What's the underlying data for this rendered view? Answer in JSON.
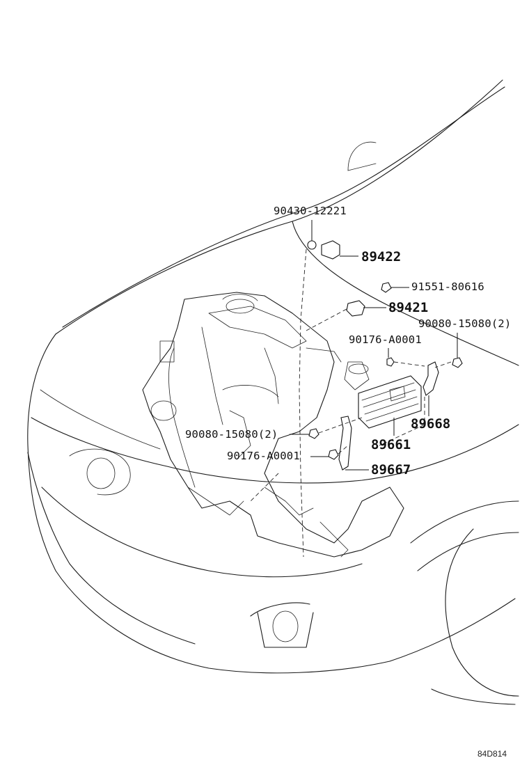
{
  "labels": {
    "p90430": "90430-12221",
    "p89422": "89422",
    "p91551": "91551-80616",
    "p89421": "89421",
    "p90080_top": "90080-15080(2)",
    "p90176_top": "90176-A0001",
    "p89668": "89668",
    "p90080_mid": "90080-15080(2)",
    "p89661": "89661",
    "p90176_mid": "90176-A0001",
    "p89667": "89667"
  },
  "diagram_code": "84D814"
}
